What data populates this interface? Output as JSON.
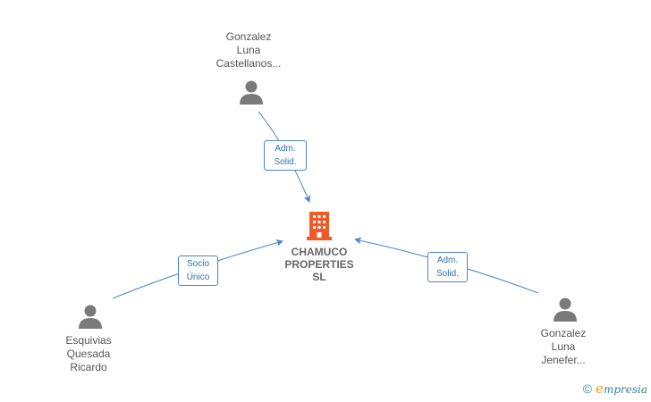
{
  "company": {
    "name": "CHAMUCO\nPROPERTIES\nSL",
    "color": "#f05a28"
  },
  "people": [
    {
      "id": "p1",
      "name": "Gonzalez\nLuna\nCastellanos..."
    },
    {
      "id": "p2",
      "name": "Esquivias\nQuesada\nRicardo"
    },
    {
      "id": "p3",
      "name": "Gonzalez\nLuna\nJenefer..."
    }
  ],
  "relations": [
    {
      "from": "p1",
      "label": "Adm.\nSolid."
    },
    {
      "from": "p2",
      "label": "Socio\nÚnico"
    },
    {
      "from": "p3",
      "label": "Adm.\nSolid."
    }
  ],
  "footer": {
    "copyright_symbol": "©",
    "brand_initial": "e",
    "brand_rest": "mpresia"
  },
  "colors": {
    "edge": "#4a86c8",
    "person_icon": "#7a7a7a",
    "text": "#555555"
  }
}
